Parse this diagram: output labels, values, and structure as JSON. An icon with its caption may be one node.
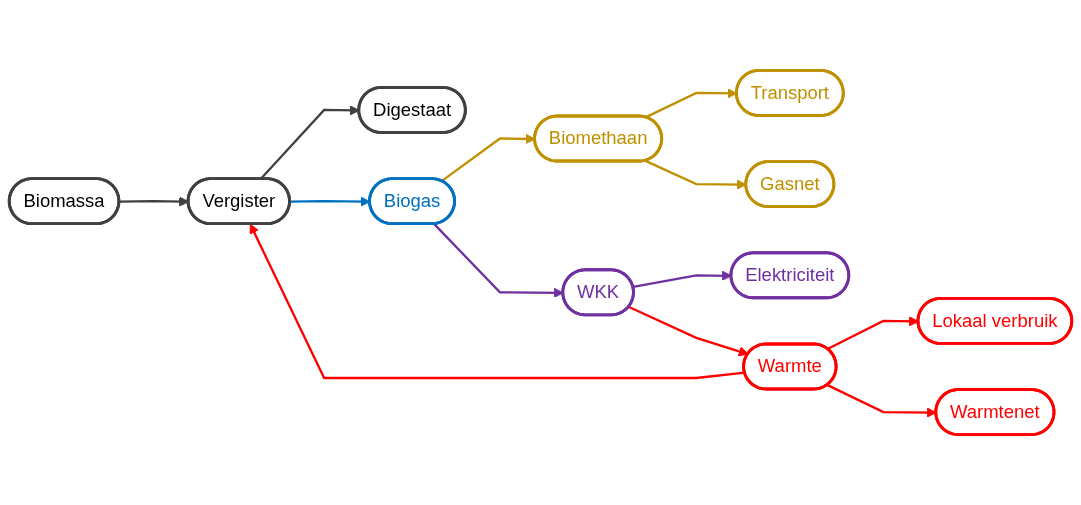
{
  "diagram": {
    "nodes": [
      {
        "text": [
          "Biomassa"
        ]
      },
      {
        "text": [
          "Vergister"
        ]
      },
      {
        "text": [
          "Digestaat"
        ]
      },
      {
        "text": [
          "Biogas"
        ]
      },
      {
        "text": [
          "Biomethaan"
        ]
      },
      {
        "text": [
          "Transport"
        ]
      },
      {
        "text": [
          "Gasnet"
        ]
      },
      {
        "text": [
          "WKK"
        ]
      },
      {
        "text": [
          "Elektriciteit"
        ]
      },
      {
        "text": [
          "Warmte"
        ]
      },
      {
        "text": [
          "Lokaal verbruik"
        ]
      },
      {
        "text": [
          "Warmtenet"
        ]
      }
    ],
    "edges": [
      {
        "from": 0,
        "to": 1,
        "arrow": "to",
        "color": "#404040"
      },
      {
        "from": 1,
        "to": 2,
        "arrow": "to",
        "color": "#404040"
      },
      {
        "from": 1,
        "to": 3,
        "arrow": "to",
        "color": "#0070c0"
      },
      {
        "from": 3,
        "to": 4,
        "arrow": "to",
        "color": "#bf9000"
      },
      {
        "from": 4,
        "to": 5,
        "arrow": "to",
        "color": "#bf9000"
      },
      {
        "from": 4,
        "to": 6,
        "arrow": "to",
        "color": "#bf9000"
      },
      {
        "from": 3,
        "to": 7,
        "arrow": "to",
        "color": "#7030a0"
      },
      {
        "from": 7,
        "to": 8,
        "arrow": "to",
        "color": "#7030a0"
      },
      {
        "from": 7,
        "to": 9,
        "arrow": "to",
        "color": "#ff0000"
      },
      {
        "from": 9,
        "to": 1,
        "arrow": "to",
        "color": "#ff0000"
      },
      {
        "from": 9,
        "to": 10,
        "arrow": "to",
        "color": "#ff0000"
      },
      {
        "from": 9,
        "to": 11,
        "arrow": "to",
        "color": "#ff0000"
      }
    ]
  }
}
